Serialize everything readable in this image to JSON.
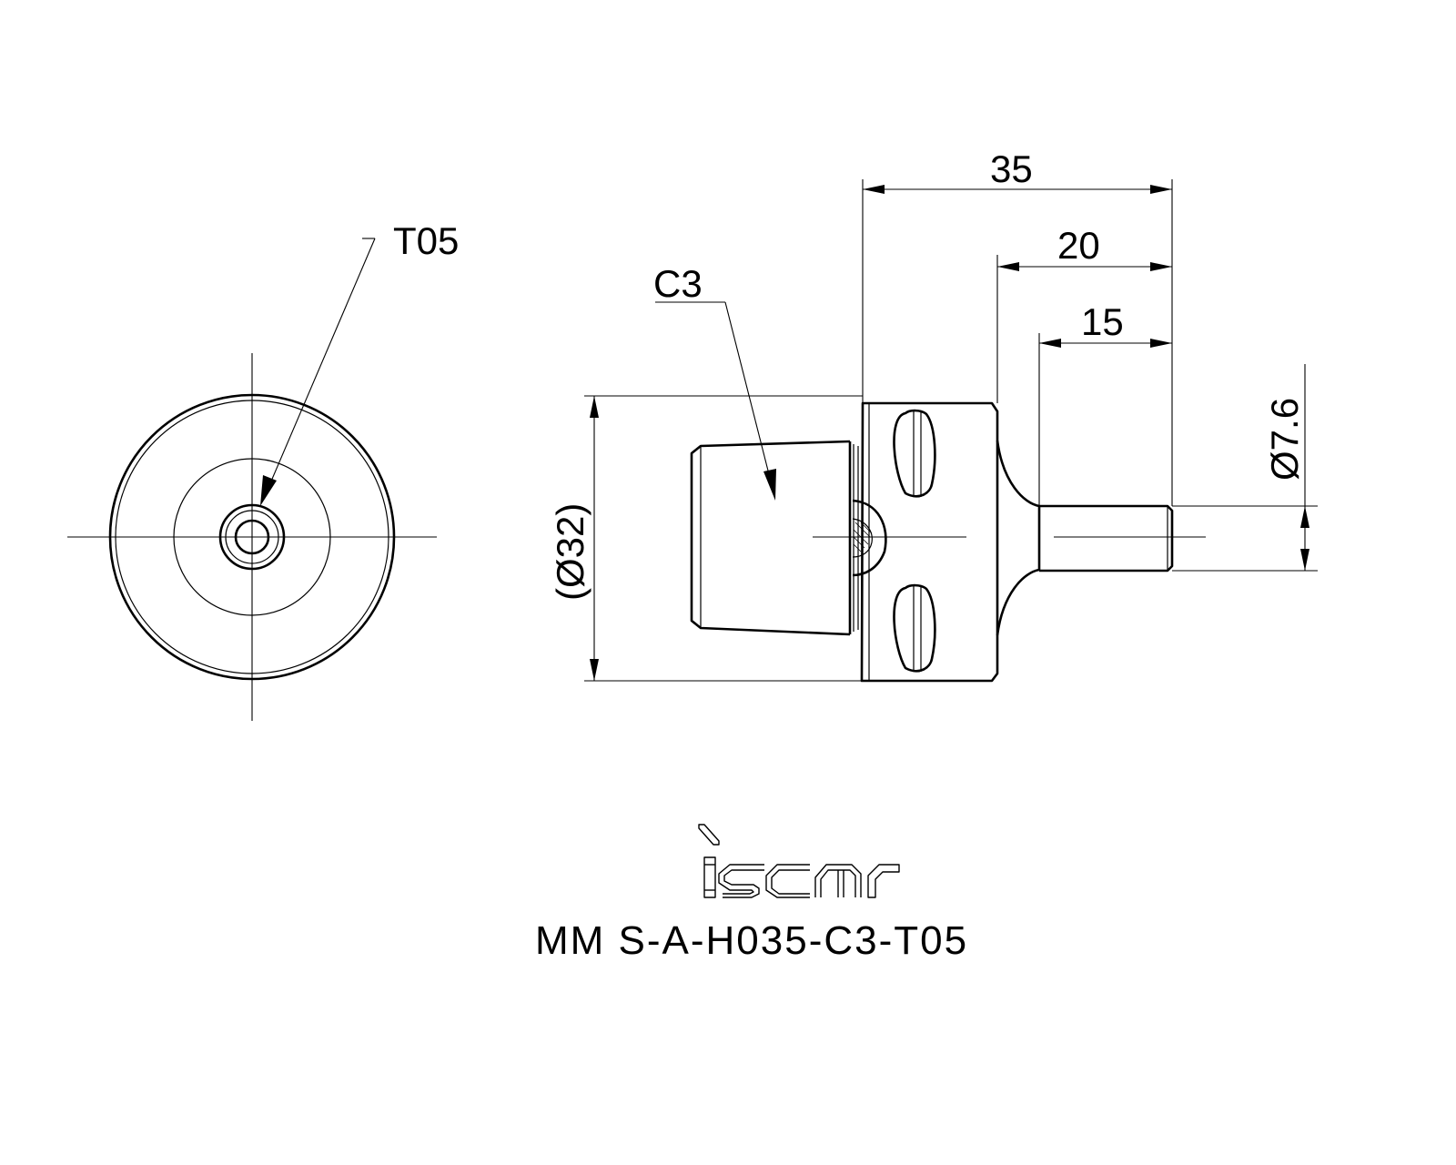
{
  "front_view": {
    "label": "T05"
  },
  "side_view": {
    "label_connection": "C3",
    "dimensions": {
      "overall_length": "35",
      "shank_to_end": "20",
      "neck_length": "15",
      "body_diameter": "(Ø32)",
      "tip_diameter": "Ø7.6"
    }
  },
  "brand": {
    "logo_name": "iscar-logo",
    "logo_text": "iscar"
  },
  "product_code": "MM S-A-H035-C3-T05"
}
